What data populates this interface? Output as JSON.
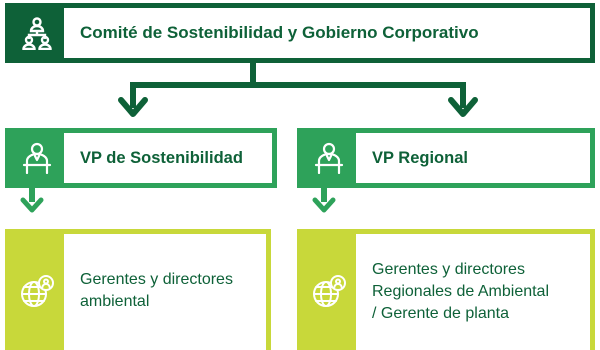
{
  "committee": {
    "title": "Comité de Sostenibilidad y Gobierno Corporativo",
    "icon": "people-hierarchy-icon"
  },
  "vps": [
    {
      "title": "VP de Sostenibilidad",
      "icon": "presenter-icon"
    },
    {
      "title": "VP Regional",
      "icon": "presenter-icon"
    }
  ],
  "managers": [
    {
      "lines": [
        "Gerentes y directores",
        "ambiental"
      ],
      "icon": "globe-person-icon"
    },
    {
      "lines": [
        "Gerentes y directores",
        "Regionales de Ambiental",
        "/ Gerente de planta"
      ],
      "icon": "globe-person-icon"
    }
  ],
  "colors": {
    "dark_green": "#0e6138",
    "mid_green": "#2ea25a",
    "lime": "#c8d83a"
  }
}
